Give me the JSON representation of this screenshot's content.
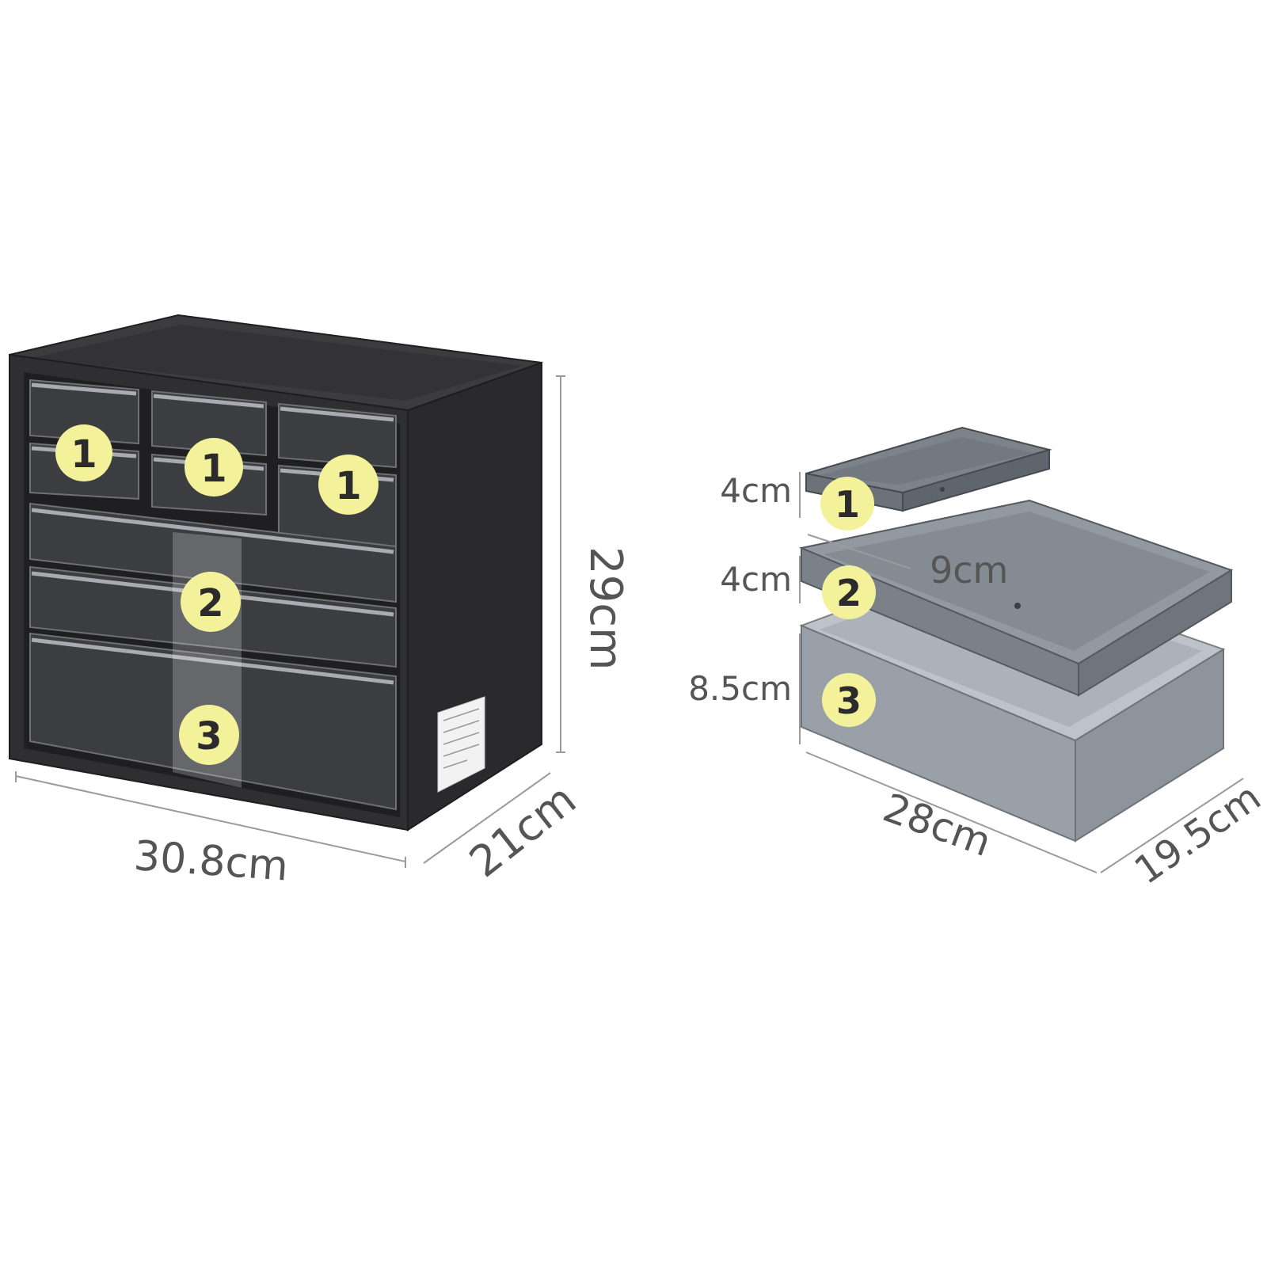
{
  "colors": {
    "cabinet_body": "#2f2f32",
    "cabinet_top": "#3a3a3c",
    "drawer_front": "#3b3d41",
    "tray": "#9aa0a8",
    "badge": "#f3f19a",
    "dimension_line": "#9b9b9b",
    "label_text": "#555555"
  },
  "cabinet": {
    "width_label": "30.8cm",
    "depth_label": "21cm",
    "height_label": "29cm",
    "badges": [
      "1",
      "1",
      "1",
      "2",
      "3"
    ]
  },
  "drawers": {
    "width_label": "28cm",
    "depth_label": "19.5cm",
    "small_width_label": "9cm",
    "items": [
      {
        "badge": "1",
        "height_label": "4cm"
      },
      {
        "badge": "2",
        "height_label": "4cm"
      },
      {
        "badge": "3",
        "height_label": "8.5cm"
      }
    ]
  }
}
